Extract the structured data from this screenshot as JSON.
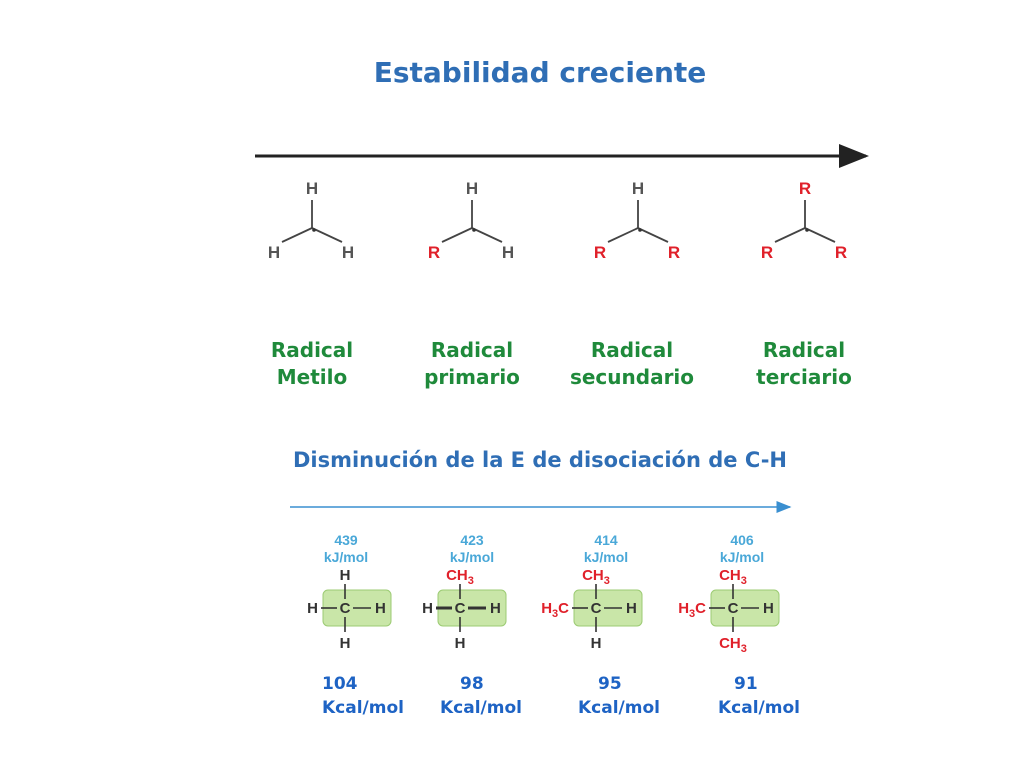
{
  "title": "Estabilidad creciente",
  "subtitle": "Disminución de la E de disociación de C-H",
  "radicals": [
    {
      "line1": "Radical",
      "line2": "Metilo",
      "top": "H",
      "left": "H",
      "right": "H"
    },
    {
      "line1": "Radical",
      "line2": "primario",
      "top": "H",
      "left": "R",
      "right": "H"
    },
    {
      "line1": "Radical",
      "line2": "secundario",
      "top": "H",
      "left": "R",
      "right": "R"
    },
    {
      "line1": "Radical",
      "line2": "terciario",
      "top": "R",
      "left": "R",
      "right": "R"
    }
  ],
  "dissociation": [
    {
      "kj_value": "439",
      "kj_unit": "kJ/mol",
      "kcal_value": "104",
      "kcal_unit": "Kcal/mol",
      "top": "H",
      "left": "H",
      "center": "C",
      "right": "H",
      "bottom": "H"
    },
    {
      "kj_value": "423",
      "kj_unit": "kJ/mol",
      "kcal_value": "98",
      "kcal_unit": "Kcal/mol",
      "top": "CH3",
      "left": "H",
      "center": "C",
      "right": "H",
      "bottom": "H"
    },
    {
      "kj_value": "414",
      "kj_unit": "kJ/mol",
      "kcal_value": "95",
      "kcal_unit": "Kcal/mol",
      "top": "CH3",
      "left": "H3C",
      "center": "C",
      "right": "H",
      "bottom": "H"
    },
    {
      "kj_value": "406",
      "kj_unit": "kJ/mol",
      "kcal_value": "91",
      "kcal_unit": "Kcal/mol",
      "top": "CH3",
      "left": "H3C",
      "center": "C",
      "right": "H",
      "bottom": "CH3"
    }
  ],
  "colors": {
    "title": "#2f6eb5",
    "label_green": "#1f8a3b",
    "r_red": "#e0202a",
    "atom_gray": "#555555",
    "energy_blue": "#4aa8d8",
    "kcal_blue": "#1e63c4",
    "highlight": "#c9e6a8"
  }
}
